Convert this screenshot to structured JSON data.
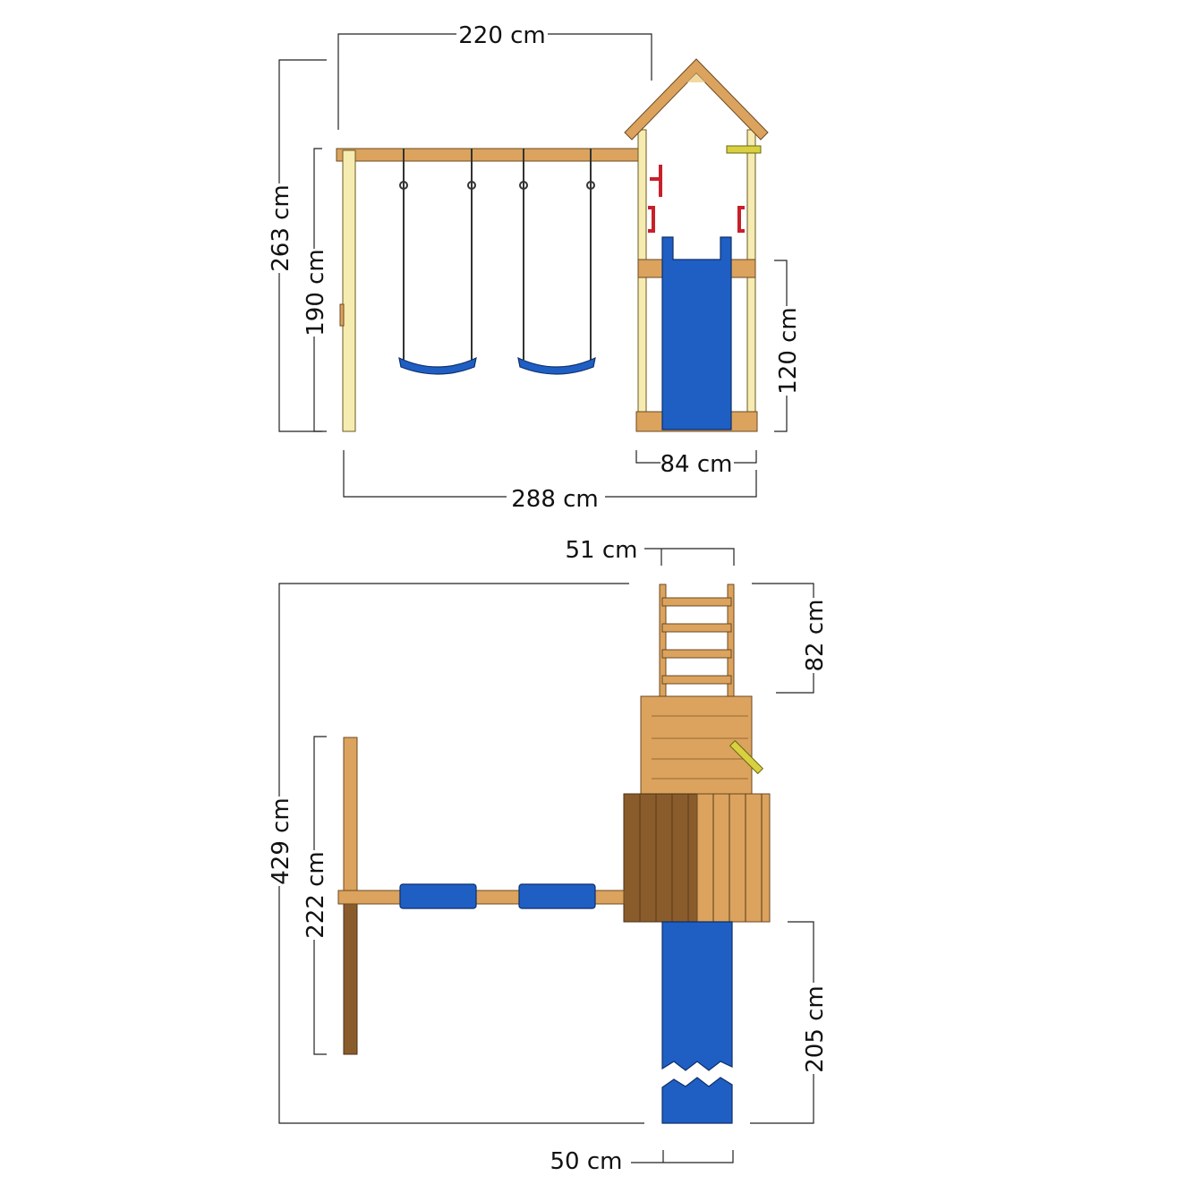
{
  "front_view": {
    "width_top": "220 cm",
    "total_height": "263 cm",
    "beam_height": "190 cm",
    "platform_height": "120 cm",
    "tower_width": "84 cm",
    "total_width": "288 cm"
  },
  "top_view": {
    "ladder_width": "51 cm",
    "ladder_length": "82 cm",
    "total_length": "429 cm",
    "swing_frame_length": "222 cm",
    "slide_length": "205 cm",
    "slide_width": "50 cm"
  },
  "colors": {
    "wood": "#dba35e",
    "blue": "#1f5fc4",
    "red": "#c8202a"
  }
}
